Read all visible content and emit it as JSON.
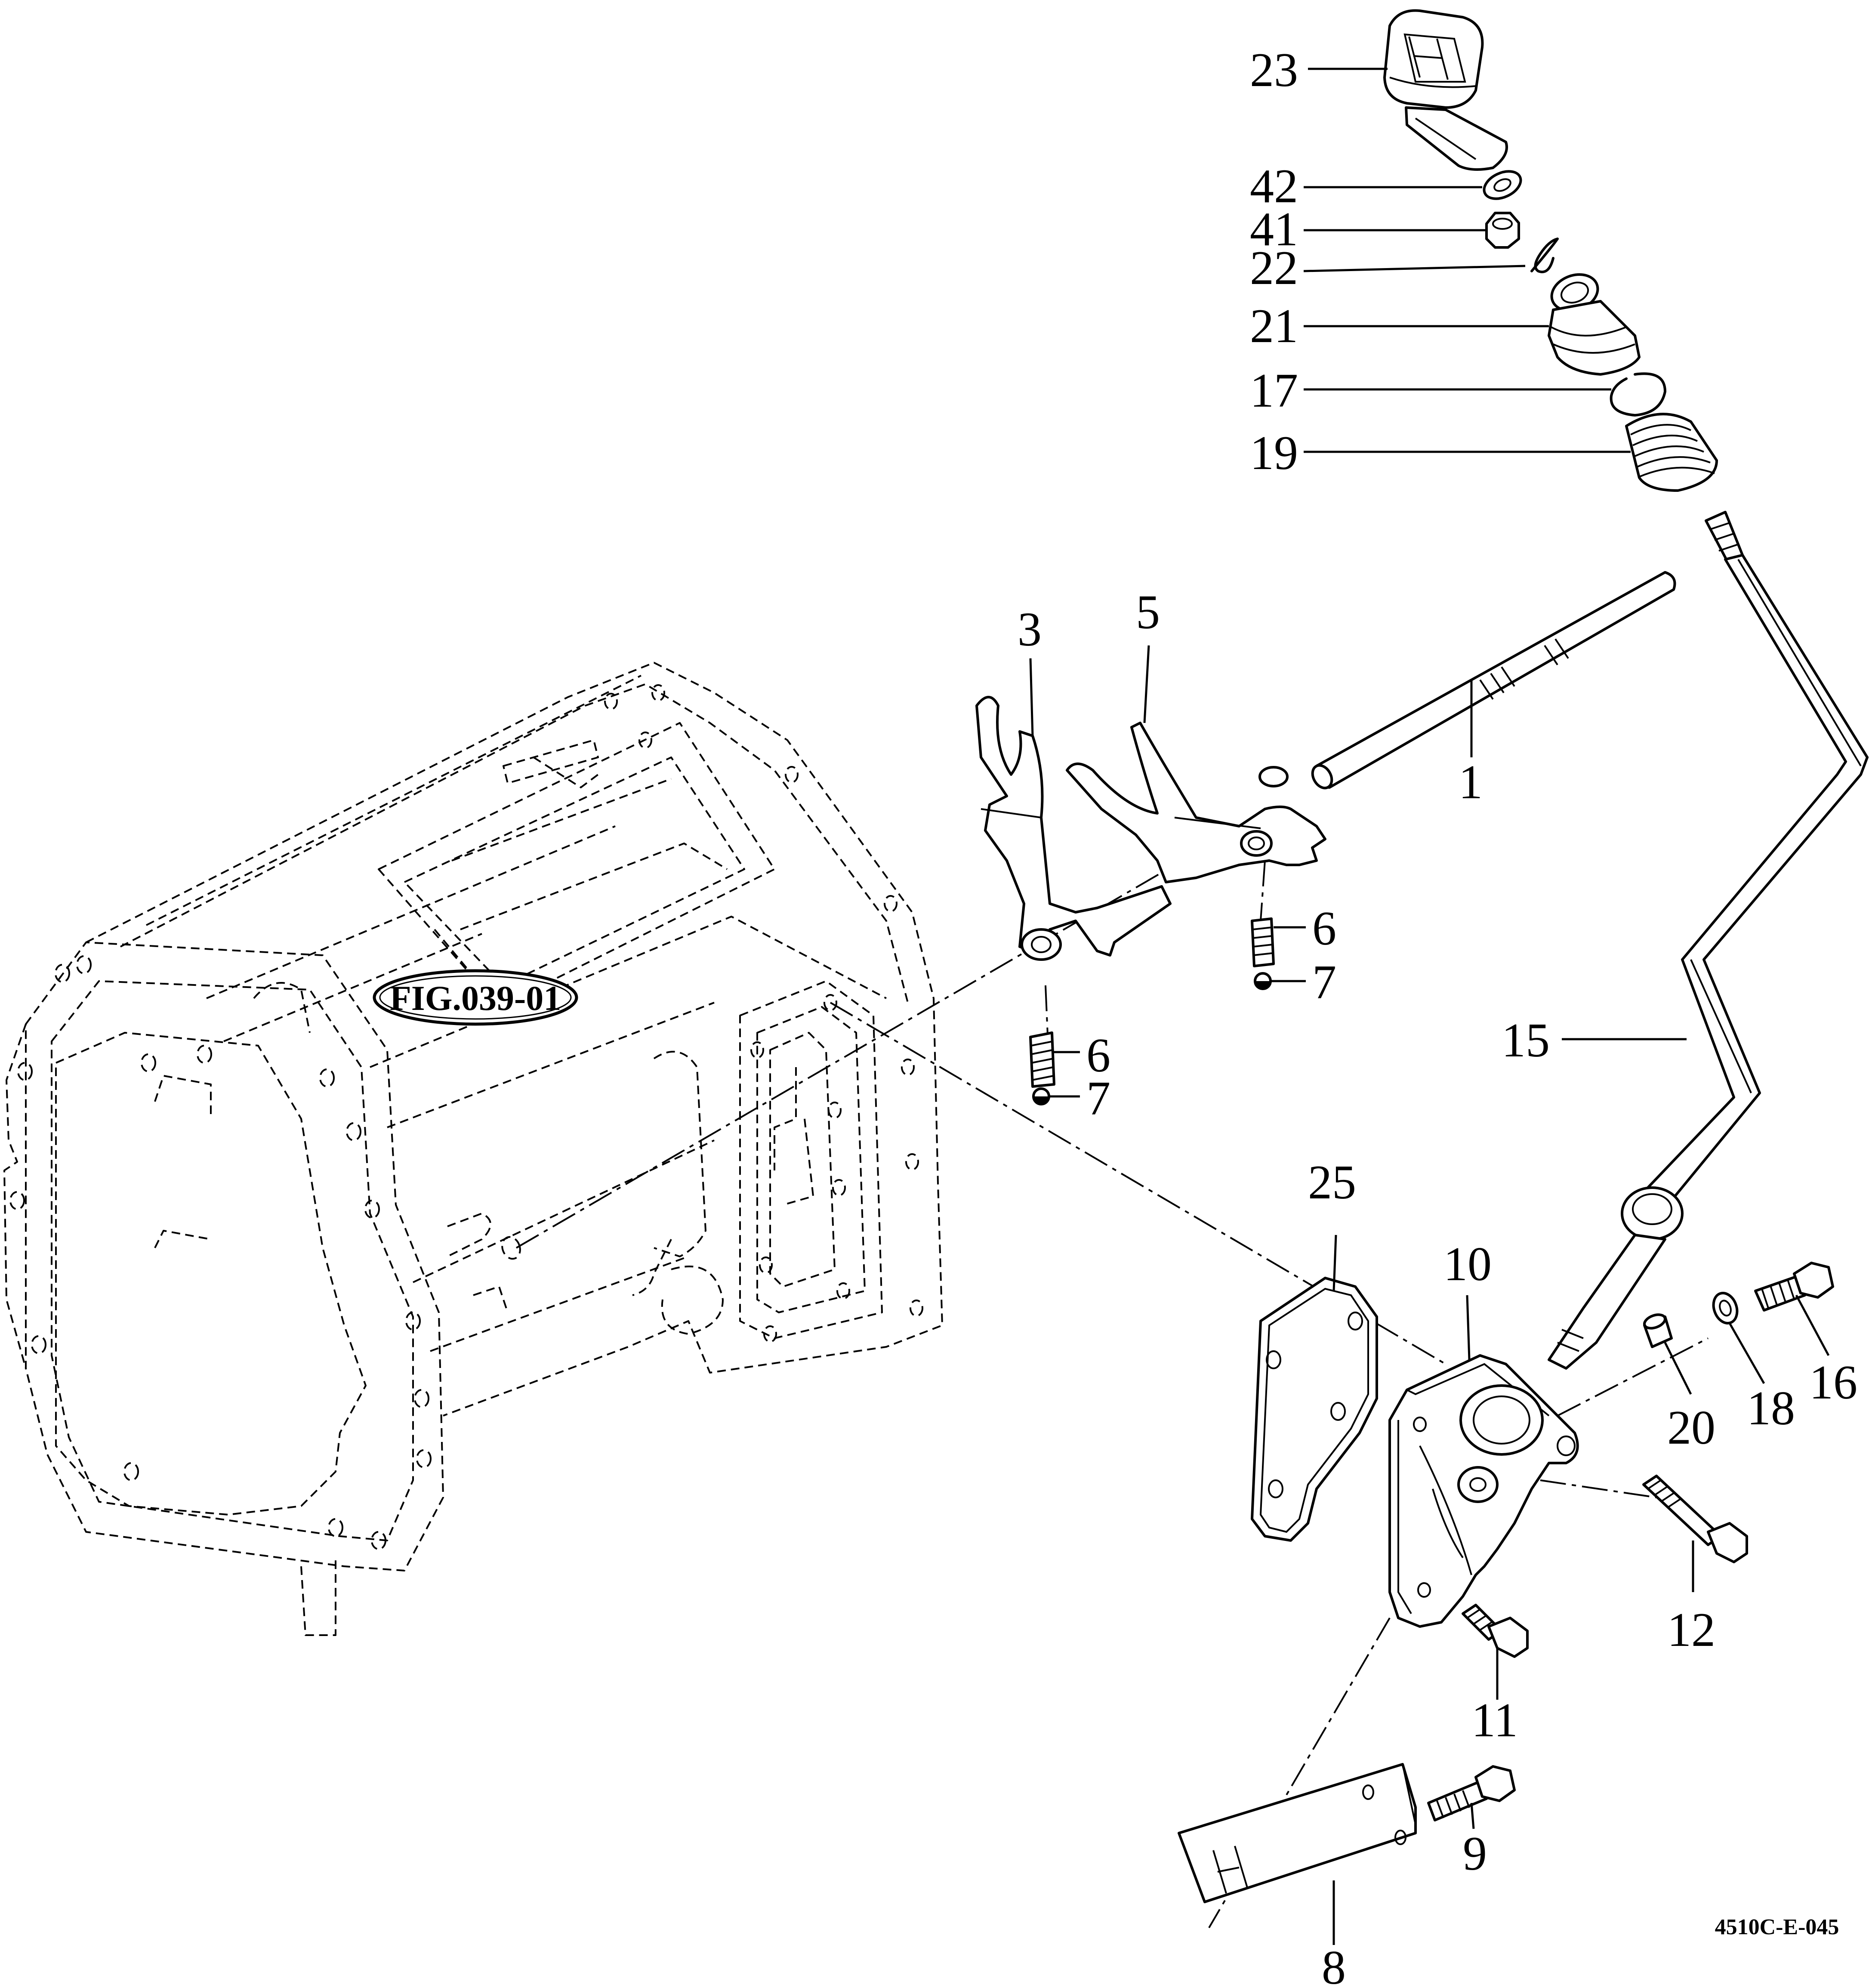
{
  "figure_reference": "FIG.039-01",
  "drawing_code": "4510C-E-045",
  "callouts": [
    "23",
    "42",
    "41",
    "22",
    "21",
    "17",
    "19",
    "3",
    "5",
    "1",
    "6",
    "7",
    "6",
    "7",
    "15",
    "25",
    "10",
    "20",
    "18",
    "16",
    "12",
    "11",
    "9",
    "8"
  ]
}
